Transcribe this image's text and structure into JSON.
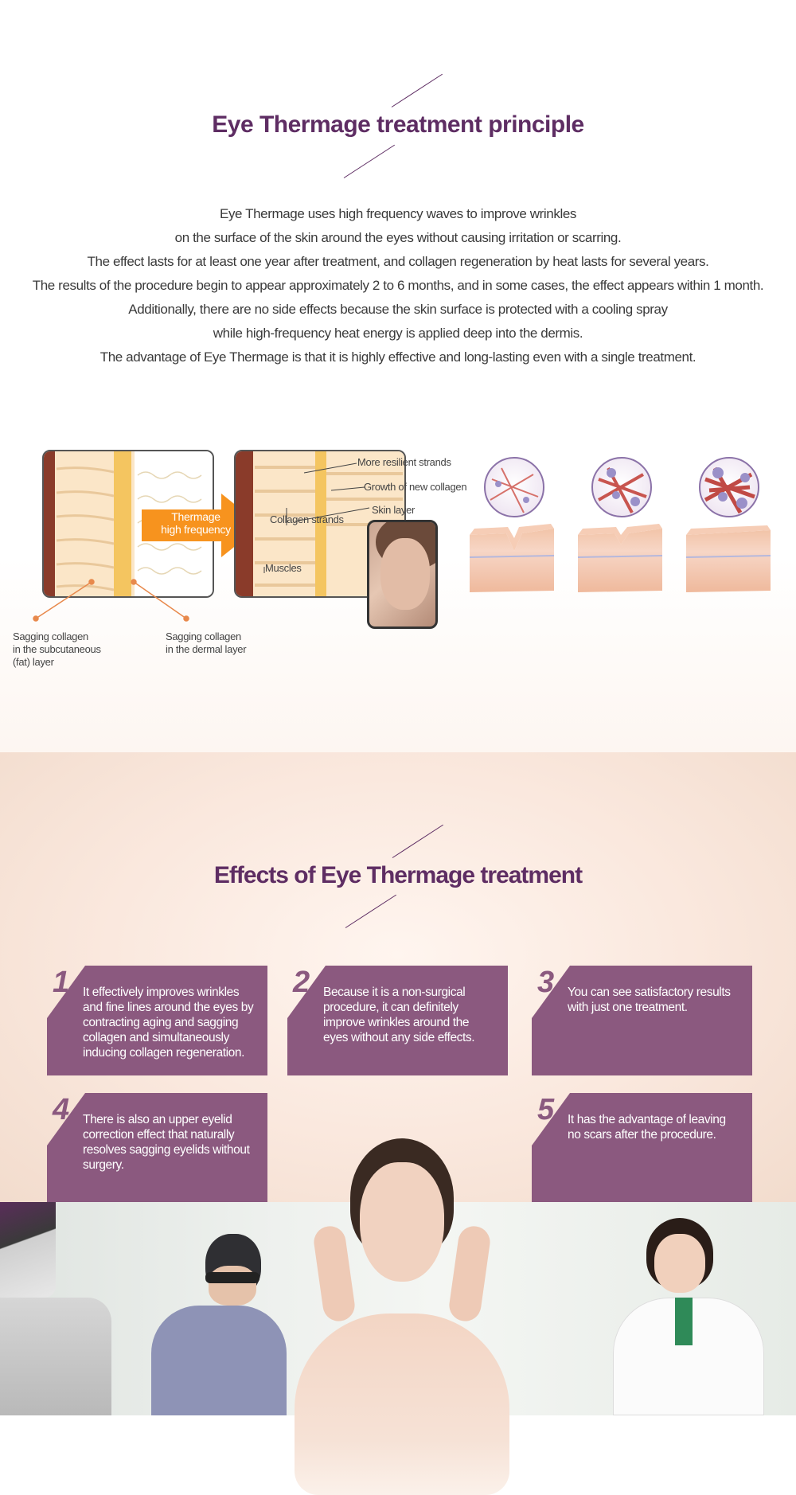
{
  "principle": {
    "title": "Eye Thermage treatment principle",
    "description": [
      "Eye Thermage uses high frequency waves to improve wrinkles",
      "on the surface of the skin around the eyes without causing irritation or scarring.",
      "The effect lasts for at least one year after treatment, and collagen regeneration by heat lasts for several years.",
      "The results of the procedure begin to appear approximately 2 to 6 months, and in some cases, the effect appears within 1 month.",
      "Additionally, there are no side effects because the skin surface is protected with a cooling spray",
      "while high-frequency heat energy is applied deep into the dermis.",
      "The advantage of Eye Thermage is that it is highly effective and long-lasting even with a single treatment."
    ],
    "diagram": {
      "arrow_label_line1": "Thermage",
      "arrow_label_line2": "high frequency",
      "callout_resilient": "More resilient strands",
      "callout_growth": "Growth of new collagen",
      "callout_skin": "Skin layer",
      "callout_collagen": "Collagen strands",
      "callout_muscles": "Muscles",
      "label_subcutaneous": "Sagging collagen\nin the subcutaneous\n(fat) layer",
      "label_dermal": "Sagging collagen\nin the dermal layer"
    }
  },
  "effects": {
    "title": "Effects of Eye Thermage treatment",
    "cards": [
      {
        "num": "1",
        "text": "It effectively improves wrinkles and fine lines around the eyes by contracting aging and sagging collagen and simultaneously inducing collagen regeneration."
      },
      {
        "num": "2",
        "text": "Because it is a non-surgical procedure, it can definitely improve wrinkles around the eyes without any side effects."
      },
      {
        "num": "3",
        "text": "You can see satisfactory results with just one treatment."
      },
      {
        "num": "4",
        "text": "There is also an upper eyelid correction effect that naturally resolves sagging eyelids without surgery."
      },
      {
        "num": "5",
        "text": "It has the advantage of leaving no scars after the procedure."
      }
    ]
  },
  "colors": {
    "title": "#5e2d63",
    "card": "#8b597f",
    "arrow": "#f7931e"
  }
}
